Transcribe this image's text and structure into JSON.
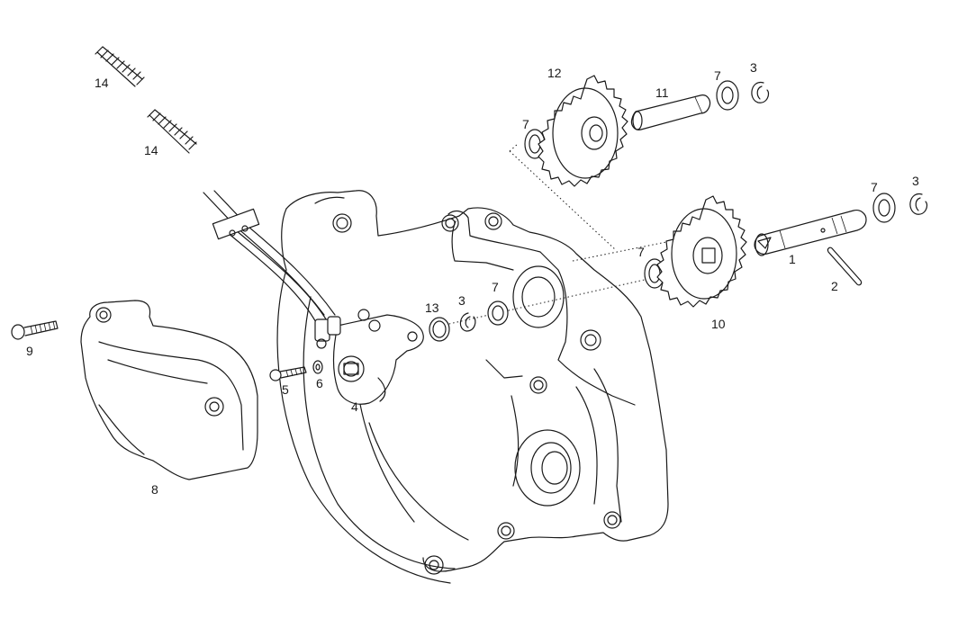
{
  "callouts": {
    "c1": "1",
    "c2": "2",
    "c3a": "3",
    "c3b": "3",
    "c3c": "3",
    "c4": "4",
    "c5": "5",
    "c6": "6",
    "c7a": "7",
    "c7b": "7",
    "c7c": "7",
    "c7d": "7",
    "c7e": "7",
    "c8": "8",
    "c9": "9",
    "c10": "10",
    "c11": "11",
    "c12": "12",
    "c13": "13",
    "c14a": "14",
    "c14b": "14"
  },
  "colors": {
    "line": "#1a1a1a",
    "background": "#ffffff"
  }
}
